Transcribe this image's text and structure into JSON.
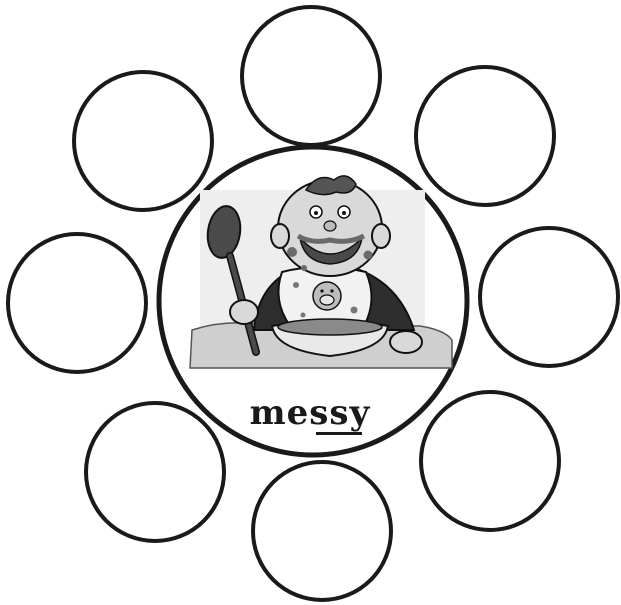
{
  "center": {
    "word": "messy",
    "underlined_letters": "ss",
    "picture": "child-eating-messily-illustration"
  },
  "blank_circles": [
    {
      "label": ""
    },
    {
      "label": ""
    },
    {
      "label": ""
    },
    {
      "label": ""
    },
    {
      "label": ""
    },
    {
      "label": ""
    },
    {
      "label": ""
    },
    {
      "label": ""
    }
  ],
  "colors": {
    "outline": "#1a1a1a",
    "paper": "#ffffff",
    "grey_light": "#d4d4d4",
    "grey_mid": "#9a9a9a",
    "grey_dark": "#3c3c3c"
  }
}
